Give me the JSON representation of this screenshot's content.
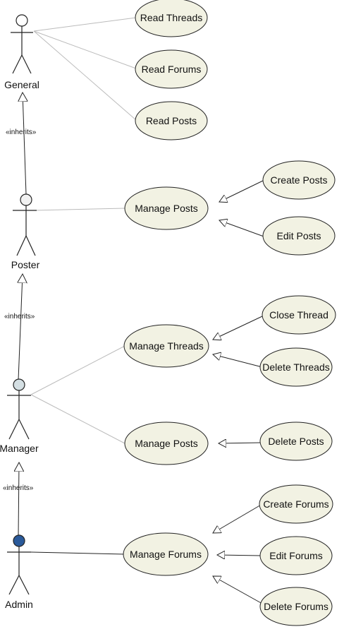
{
  "actors": {
    "general": {
      "name": "General",
      "head_color": "#ffffff"
    },
    "poster": {
      "name": "Poster",
      "head_color": "#f1f1f1"
    },
    "manager": {
      "name": "Manager",
      "head_color": "#d4dfe3"
    },
    "admin": {
      "name": "Admin",
      "head_color": "#2a5a9a"
    }
  },
  "stereotypes": {
    "inherits_1": "«inherits»",
    "inherits_2": "«inherits»",
    "inherits_3": "«inherits»"
  },
  "use_cases": {
    "read_threads": "Read Threads",
    "read_forums": "Read Forums",
    "read_posts": "Read Posts",
    "manage_posts_poster": "Manage Posts",
    "create_posts": "Create Posts",
    "edit_posts": "Edit Posts",
    "manage_threads": "Manage Threads",
    "close_thread": "Close Thread",
    "delete_threads": "Delete Threads",
    "manage_posts_manager": "Manage Posts",
    "delete_posts": "Delete Posts",
    "manage_forums": "Manage Forums",
    "create_forums": "Create Forums",
    "edit_forums": "Edit Forums",
    "delete_forums": "Delete Forums"
  },
  "colors": {
    "use_case_fill": "#f2f2e3",
    "line": "#222222",
    "association_line": "#b8b8b8"
  }
}
